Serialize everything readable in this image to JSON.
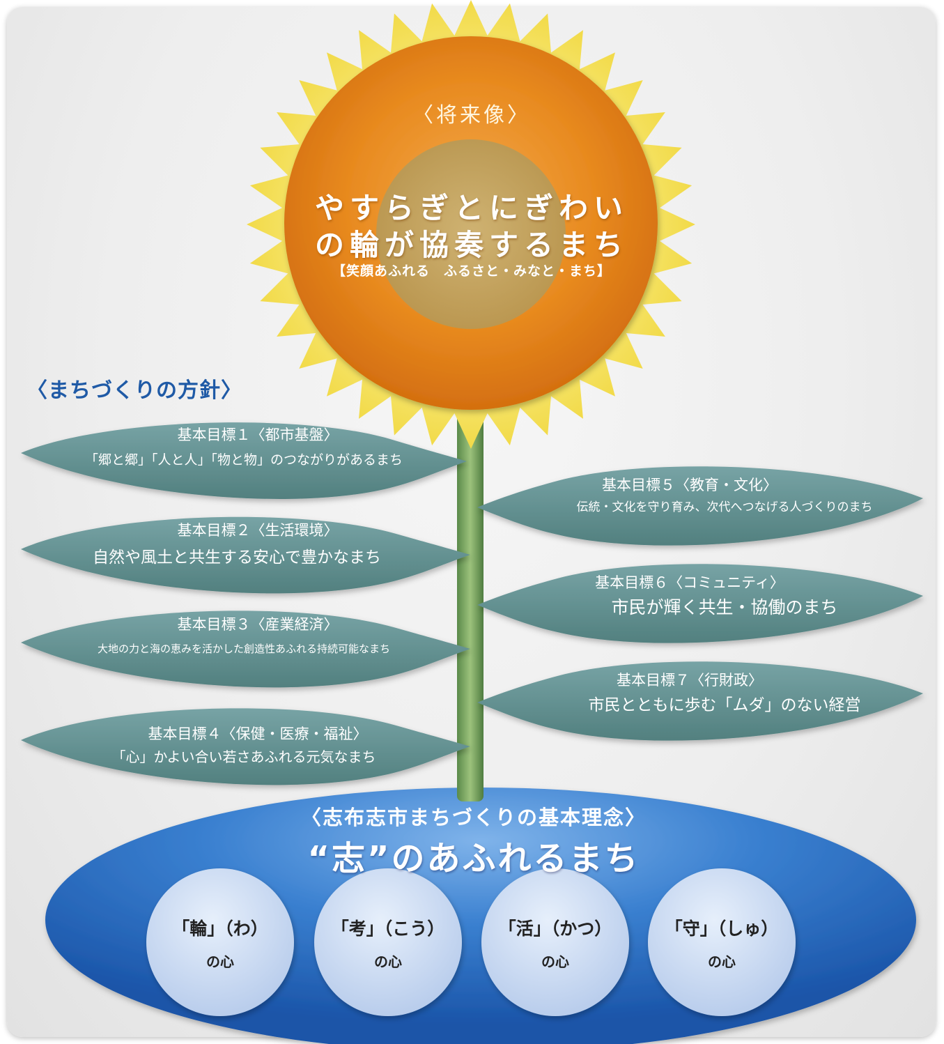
{
  "vision": {
    "label": "〈将来像〉",
    "line1": "やすらぎとにぎわい",
    "line2": "の輪が協奏するまち",
    "subtitle": "【笑顔あふれる　ふるさと・みなと・まち】"
  },
  "policy_heading": "〈まちづくりの方針〉",
  "goals": [
    {
      "title": "基本目標１〈都市基盤〉",
      "desc": "「郷と郷」「人と人」「物と物」のつながりがあるまち"
    },
    {
      "title": "基本目標２〈生活環境〉",
      "desc": "自然や風土と共生する安心で豊かなまち"
    },
    {
      "title": "基本目標３〈産業経済〉",
      "desc": "大地の力と海の恵みを活かした創造性あふれる持続可能なまち"
    },
    {
      "title": "基本目標４〈保健・医療・福祉〉",
      "desc": "「心」かよい合い若さあふれる元気なまち"
    },
    {
      "title": "基本目標５〈教育・文化〉",
      "desc": "伝統・文化を守り育み、次代へつなげる人づくりのまち"
    },
    {
      "title": "基本目標６〈コミュニティ〉",
      "desc": "市民が輝く共生・協働のまち"
    },
    {
      "title": "基本目標７〈行財政〉",
      "desc": "市民とともに歩む「ムダ」のない経営"
    }
  ],
  "philosophy": {
    "title": "〈志布志市まちづくりの基本理念〉",
    "main": "“志”のあふれるまち",
    "hearts": [
      {
        "label": "「輪」（わ）",
        "sub": "の心"
      },
      {
        "label": "「考」（こう）",
        "sub": "の心"
      },
      {
        "label": "「活」（かつ）",
        "sub": "の心"
      },
      {
        "label": "「守」（しゅ）",
        "sub": "の心"
      }
    ]
  },
  "colors": {
    "petal": "#f8e66a",
    "flower_center": "#e98a1f",
    "leaf": "#5f8f92",
    "stem": "#6f9a55",
    "ellipse": "#2f72c6",
    "circle": "#c7d8f1",
    "heading_blue": "#1f5aa6"
  }
}
